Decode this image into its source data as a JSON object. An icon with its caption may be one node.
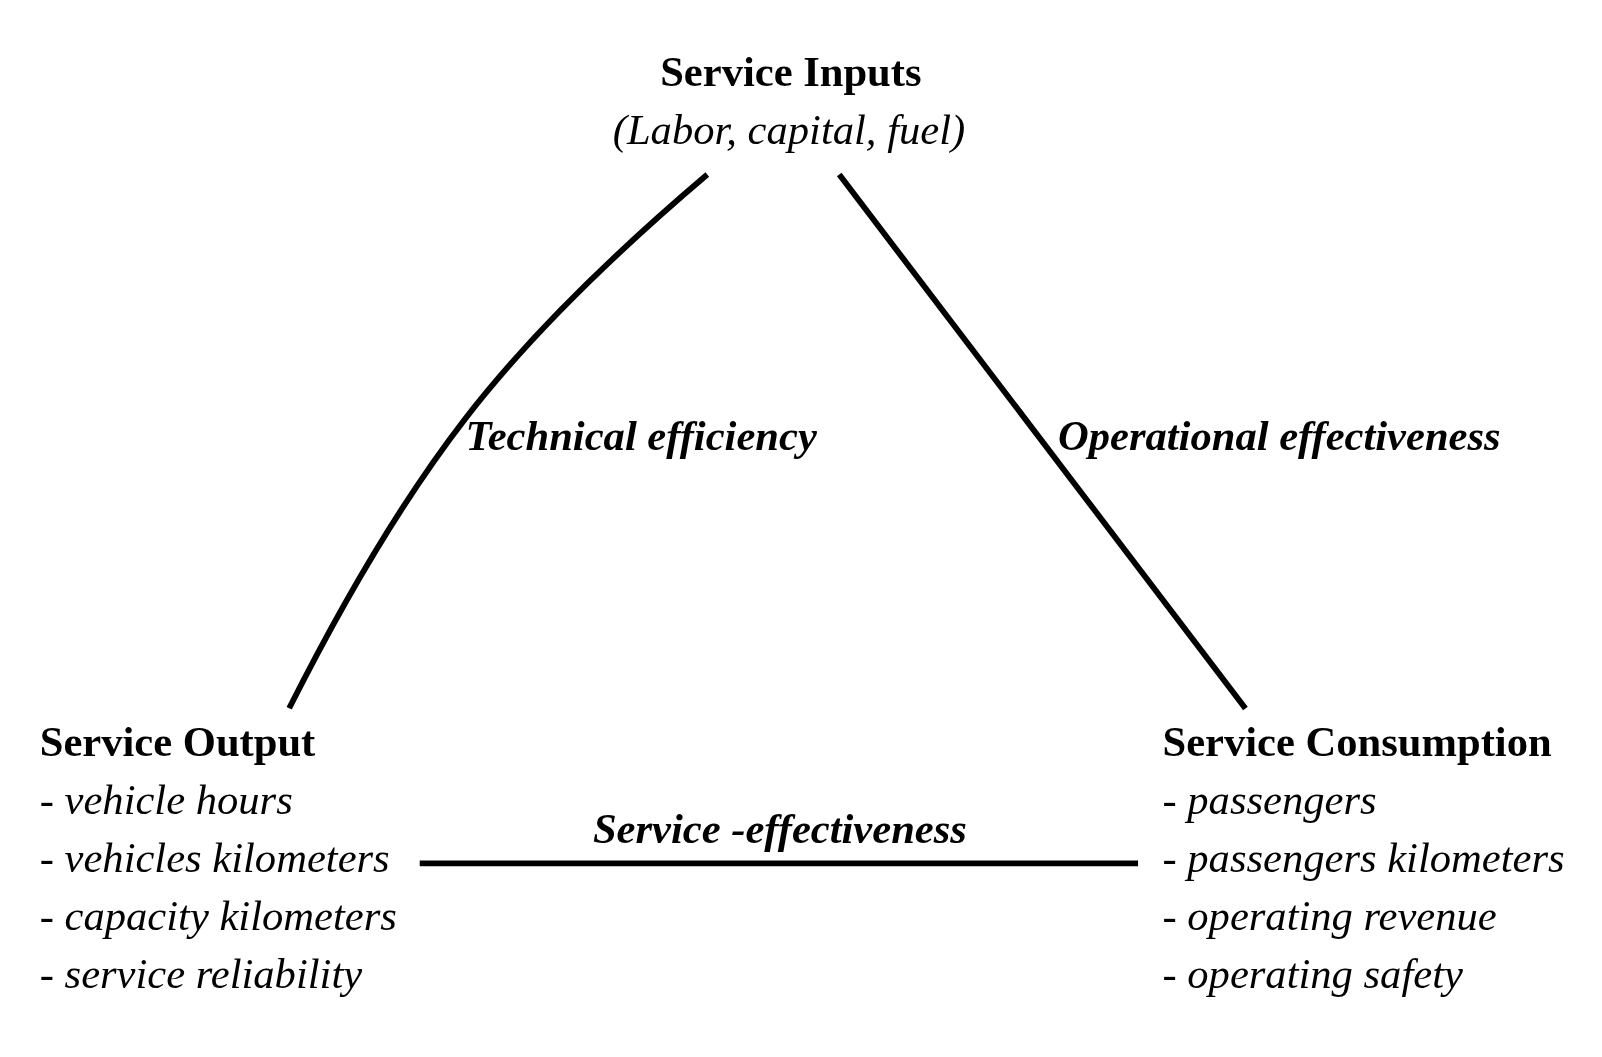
{
  "diagram": {
    "nodes": [
      {
        "text": [
          "Service Inputs",
          "(Labor, capital, fuel)"
        ]
      },
      {
        "text": [
          "Service Output",
          "- vehicle hours",
          "- vehicles kilometers",
          "- capacity kilometers",
          "- service reliability"
        ]
      },
      {
        "text": [
          "Service Consumption",
          "- passengers",
          "- passengers kilometers",
          "- operating revenue",
          "- operating safety"
        ]
      }
    ],
    "edges": [
      {
        "from": 0,
        "to": 1,
        "arrow": "none",
        "label": "Technical efficiency"
      },
      {
        "from": 0,
        "to": 2,
        "arrow": "none",
        "label": "Operational effectiveness"
      },
      {
        "from": 1,
        "to": 2,
        "arrow": "none",
        "label": "Service -effectiveness"
      }
    ]
  }
}
